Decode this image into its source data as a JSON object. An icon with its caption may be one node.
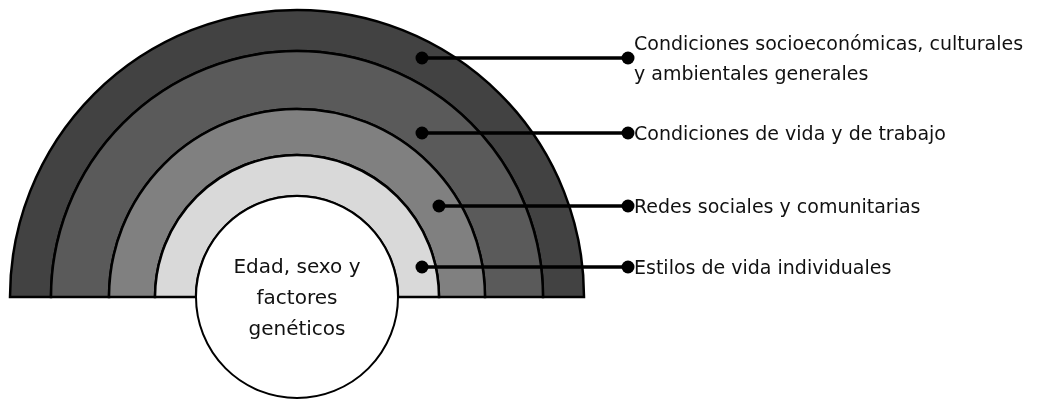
{
  "diagram": {
    "nodes": [
      {
        "text": [],
        "shape": "band"
      },
      {
        "text": [],
        "shape": "band"
      },
      {
        "text": [],
        "shape": "band"
      },
      {
        "text": [],
        "shape": "band"
      },
      {
        "text": [
          "Edad, sexo y factores genéticos"
        ]
      },
      {
        "text": [
          "Condiciones socioeconómicas, culturales y ambientales generales"
        ]
      },
      {
        "text": [
          "Condiciones de vida y de trabajo"
        ]
      },
      {
        "text": [
          "Redes sociales y comunitarias"
        ]
      },
      {
        "text": [
          "Estilos de vida individuales"
        ]
      }
    ],
    "edges": [
      {
        "from": 5,
        "to": 0,
        "arrow": "other"
      },
      {
        "from": 6,
        "to": 1,
        "arrow": "other"
      },
      {
        "from": 7,
        "to": 2,
        "arrow": "other"
      },
      {
        "from": 8,
        "to": 3,
        "arrow": "other"
      }
    ]
  }
}
